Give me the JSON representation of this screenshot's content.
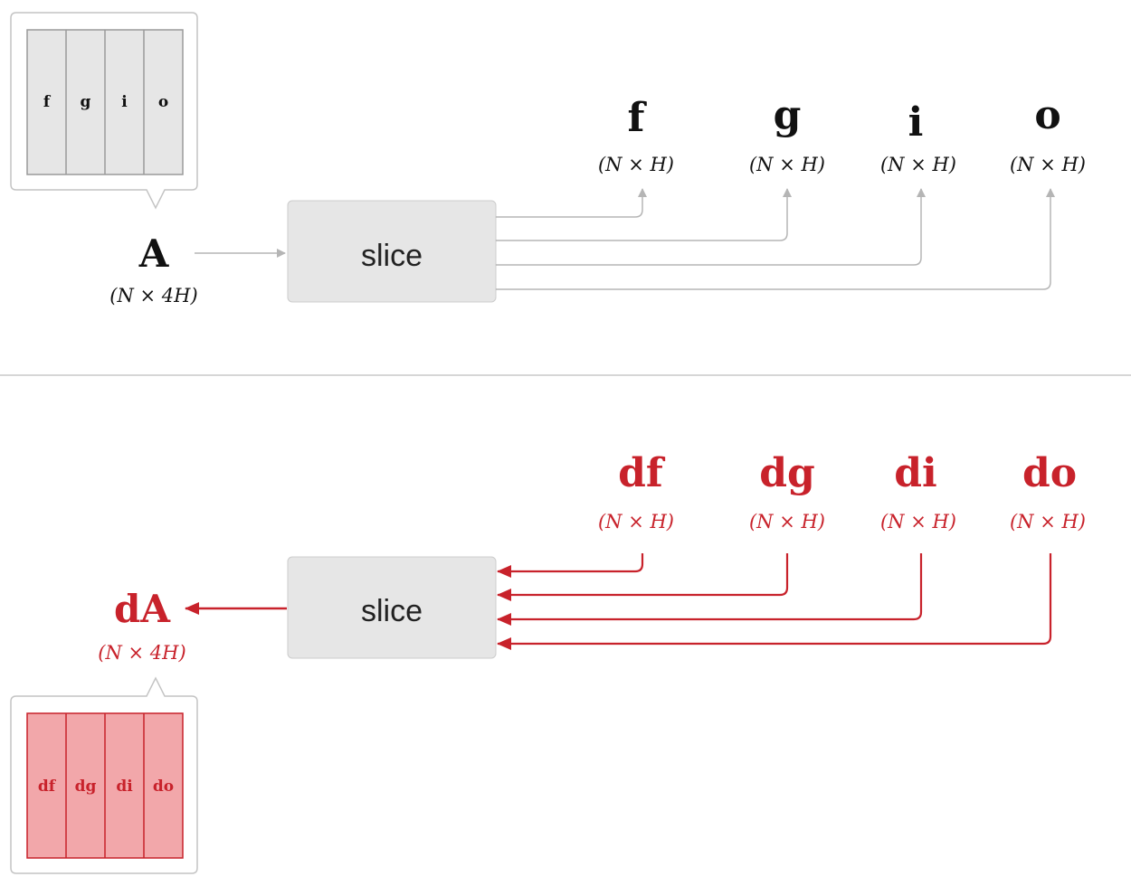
{
  "forward": {
    "input": {
      "label": "A",
      "shape": "(N × 4H)"
    },
    "op_label": "slice",
    "stack_cells": [
      "f",
      "g",
      "i",
      "o"
    ],
    "outputs": [
      {
        "label": "f",
        "shape": "(N × H)"
      },
      {
        "label": "g",
        "shape": "(N × H)"
      },
      {
        "label": "i",
        "shape": "(N × H)"
      },
      {
        "label": "o",
        "shape": "(N × H)"
      }
    ]
  },
  "backward": {
    "result": {
      "label": "dA",
      "shape": "(N × 4H)"
    },
    "op_label": "slice",
    "stack_cells": [
      "df",
      "dg",
      "di",
      "do"
    ],
    "grads": [
      {
        "label": "df",
        "shape": "(N × H)"
      },
      {
        "label": "dg",
        "shape": "(N × H)"
      },
      {
        "label": "di",
        "shape": "(N × H)"
      },
      {
        "label": "do",
        "shape": "(N × H)"
      }
    ]
  },
  "colors": {
    "forward_line": "#b5b5b5",
    "backward": "#c8222b",
    "box_fill": "#e6e6e6",
    "stack_fill_fwd": "#e6e6e6",
    "stack_fill_bwd": "#f2a7aa"
  }
}
